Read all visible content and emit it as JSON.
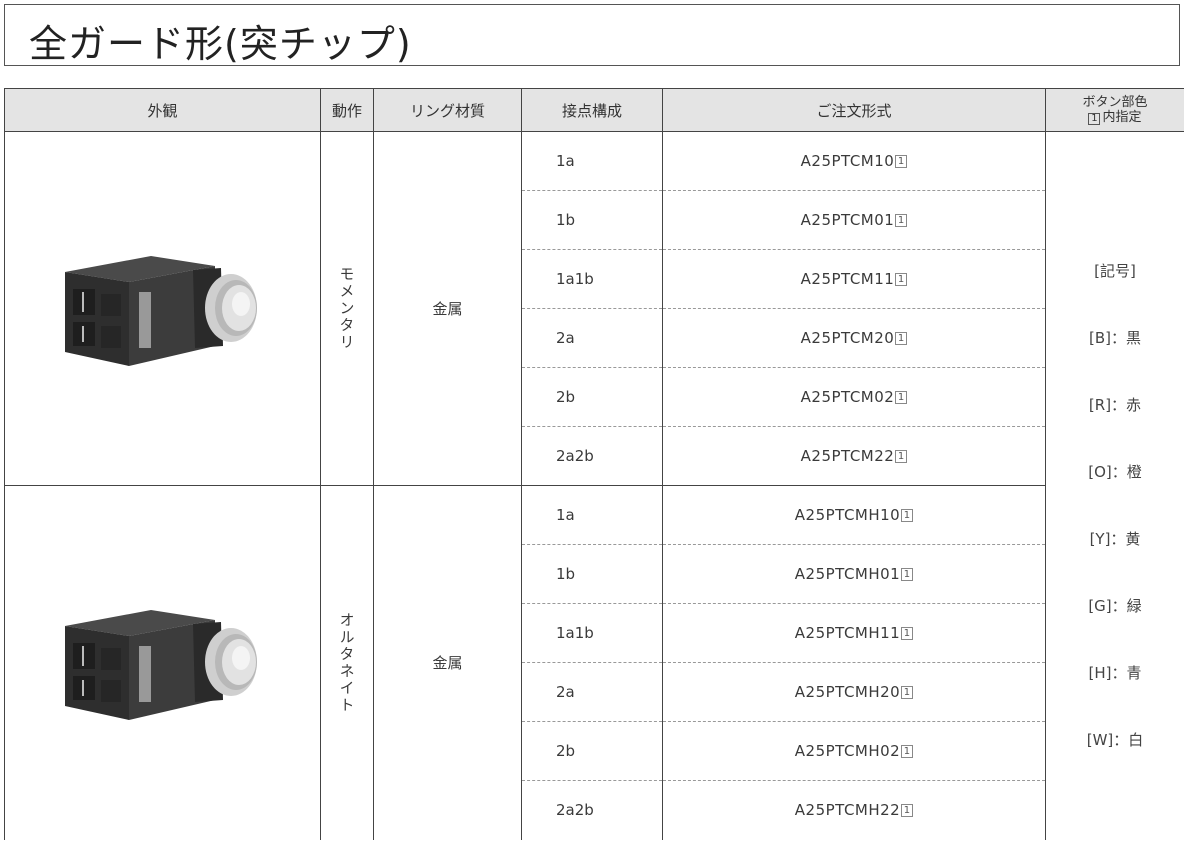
{
  "title": "全ガード形(突チップ)",
  "headers": {
    "appearance": "外観",
    "action": "動作",
    "ring_material": "リング材質",
    "contact": "接点構成",
    "order_model": "ご注文形式",
    "button_color_line1": "ボタン部色",
    "button_color_box": "1",
    "button_color_line2": "内指定"
  },
  "groups": [
    {
      "action": "モメンタリ",
      "ring_material": "金属",
      "rows": [
        {
          "contact": "1a",
          "model": "A25PTCM10"
        },
        {
          "contact": "1b",
          "model": "A25PTCM01"
        },
        {
          "contact": "1a1b",
          "model": "A25PTCM11"
        },
        {
          "contact": "2a",
          "model": "A25PTCM20"
        },
        {
          "contact": "2b",
          "model": "A25PTCM02"
        },
        {
          "contact": "2a2b",
          "model": "A25PTCM22"
        }
      ]
    },
    {
      "action": "オルタネイト",
      "ring_material": "金属",
      "rows": [
        {
          "contact": "1a",
          "model": "A25PTCMH10"
        },
        {
          "contact": "1b",
          "model": "A25PTCMH01"
        },
        {
          "contact": "1a1b",
          "model": "A25PTCMH11"
        },
        {
          "contact": "2a",
          "model": "A25PTCMH20"
        },
        {
          "contact": "2b",
          "model": "A25PTCMH02"
        },
        {
          "contact": "2a2b",
          "model": "A25PTCMH22"
        }
      ]
    }
  ],
  "model_suffix_box": "1",
  "colors": {
    "heading": "[記号]",
    "items": [
      "[B]：黒",
      "[R]：赤",
      "[O]：橙",
      "[Y]：黄",
      "[G]：緑",
      "[H]：青",
      "[W]：白"
    ]
  }
}
